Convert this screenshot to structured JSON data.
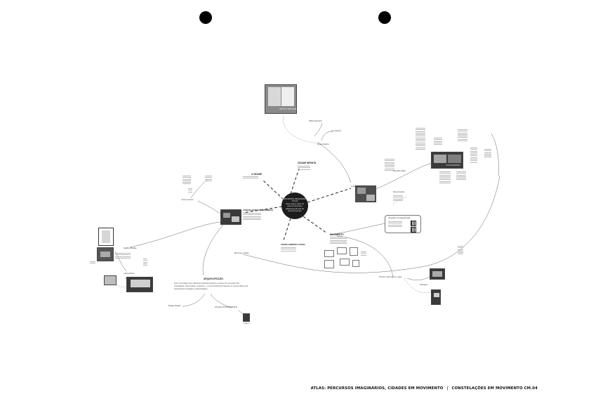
{
  "center": {
    "title": "PERCURSOS IMAGINÁRIOS",
    "subtitle": "ATLAS",
    "lines": [
      "lorem ipsum dolor sit",
      "amet consectetur",
      "adipiscing elit sed do",
      "eiusmod tempor"
    ]
  },
  "nodes": {
    "magazine_caption": "REVISTA / MAGAZINE",
    "top_small_a": "Walter Benjamin",
    "top_small_b": "Guy Debord",
    "top_label": "Rosa Castro",
    "top_center_label": "CIDADE INFINITA",
    "left_upper_label": "A CIDADE",
    "left_mid_label": "Lorem Ipsum",
    "left_collage_label": "CONSTELAÇÕES EM MOVIMENTO",
    "left_book_label": "Gabby Mirelle",
    "left_photo_label": "Laura Pinto",
    "arq_title": "ARQUIVO/FICÇÃO",
    "arq_text_1": "Foto: uma ficção como ciência de interesse histórico e visual e de memórias não",
    "arq_text_2": "cronológicas. Tais arranjos, conjuntos (...) como Fotóteca de Sagi de um mesmo Atlas entre",
    "arq_text_3": "processos de montagem e desmontagem.",
    "arq_child_a": "Diego Duarte",
    "arq_child_b": "ATLAS FOTOGRÁFICO",
    "arq_child_caption": "Lorem",
    "bottom_center_label": "CIDADE GENÉRICA CITADA",
    "right_lower_label": "MOVIMENTO",
    "right_col_label": "LUGAR",
    "right_card_title": "Atividades: Ressignificação",
    "right_upper_label": "Nouvelle Vague",
    "right_screen_caption": "ATLAS/WEB/MIDIA",
    "bottom_curve_label": "Memória e cidade",
    "bottom_right_label": "Pessoa / Movimento / Lugar",
    "mid_right_label": "Ideia principal",
    "far_right_small": "Paisagem"
  },
  "footer": {
    "left": "ATLAS: PERCURSOS IMAGINÁRIOS, CIDADES EM MOVIMENTO",
    "sep": "|",
    "right": "CONSTELAÇÕES EM MOVIMENTO  CM.04"
  }
}
